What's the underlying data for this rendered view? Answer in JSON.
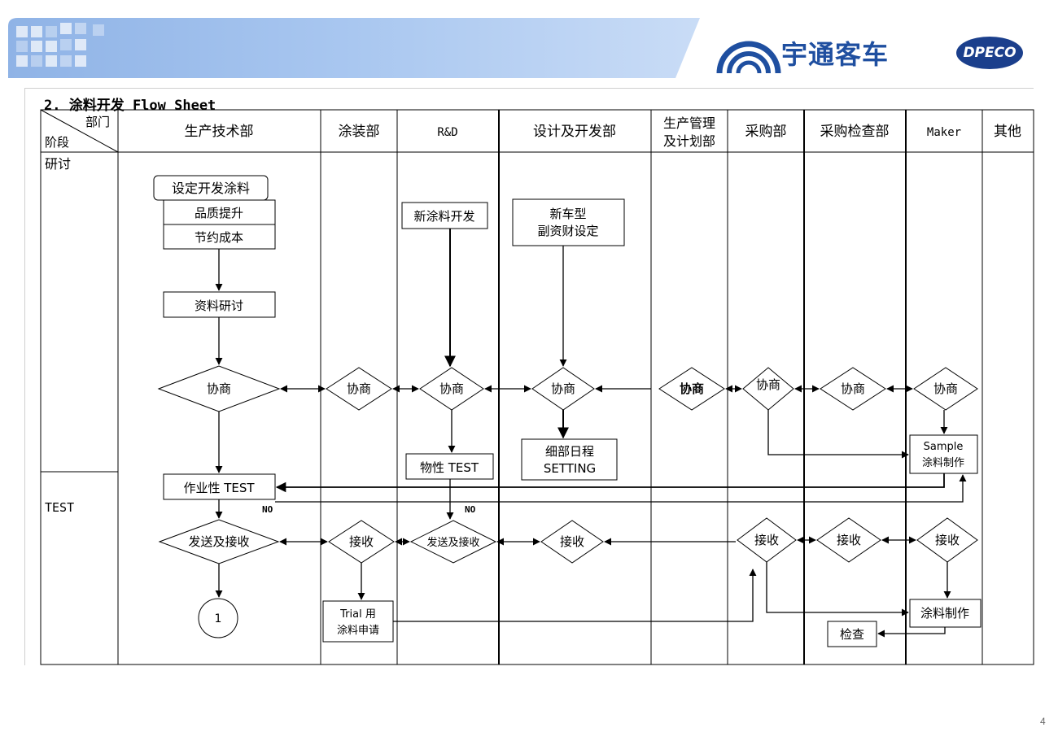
{
  "title": "2. 涂料开发 Flow Sheet",
  "brand": {
    "name": "宇通客车",
    "partner": "DPECO",
    "color": "#1f4fa0"
  },
  "page_number": "4",
  "table": {
    "corner_top": "部门",
    "corner_bottom": "阶段",
    "columns": [
      "生产技术部",
      "涂装部",
      "R&D",
      "设计及开发部",
      "生产管理",
      "及计划部",
      "采购部",
      "采购检查部",
      "Maker",
      "其他"
    ],
    "stages": [
      "研讨",
      "TEST"
    ]
  },
  "nodes": {
    "set_dev": "设定开发涂料",
    "quality_up": "品质提升",
    "cost_save": "节约成本",
    "data_study": "资料研讨",
    "negotiate": "协商",
    "new_paint": "新涂料开发",
    "new_model_1": "新车型",
    "new_model_2": "副资财设定",
    "schedule_1": "细部日程",
    "schedule_2": "SETTING",
    "phys_test": "物性 TEST",
    "work_test": "作业性 TEST",
    "sample_1": "Sample",
    "sample_2": "涂料制作",
    "send_recv": "发送及接收",
    "receive": "接收",
    "trial_1": "Trial 用",
    "trial_2": "涂料申请",
    "paint_make": "涂料制作",
    "inspect": "检查",
    "connector": "1",
    "no": "NO"
  }
}
